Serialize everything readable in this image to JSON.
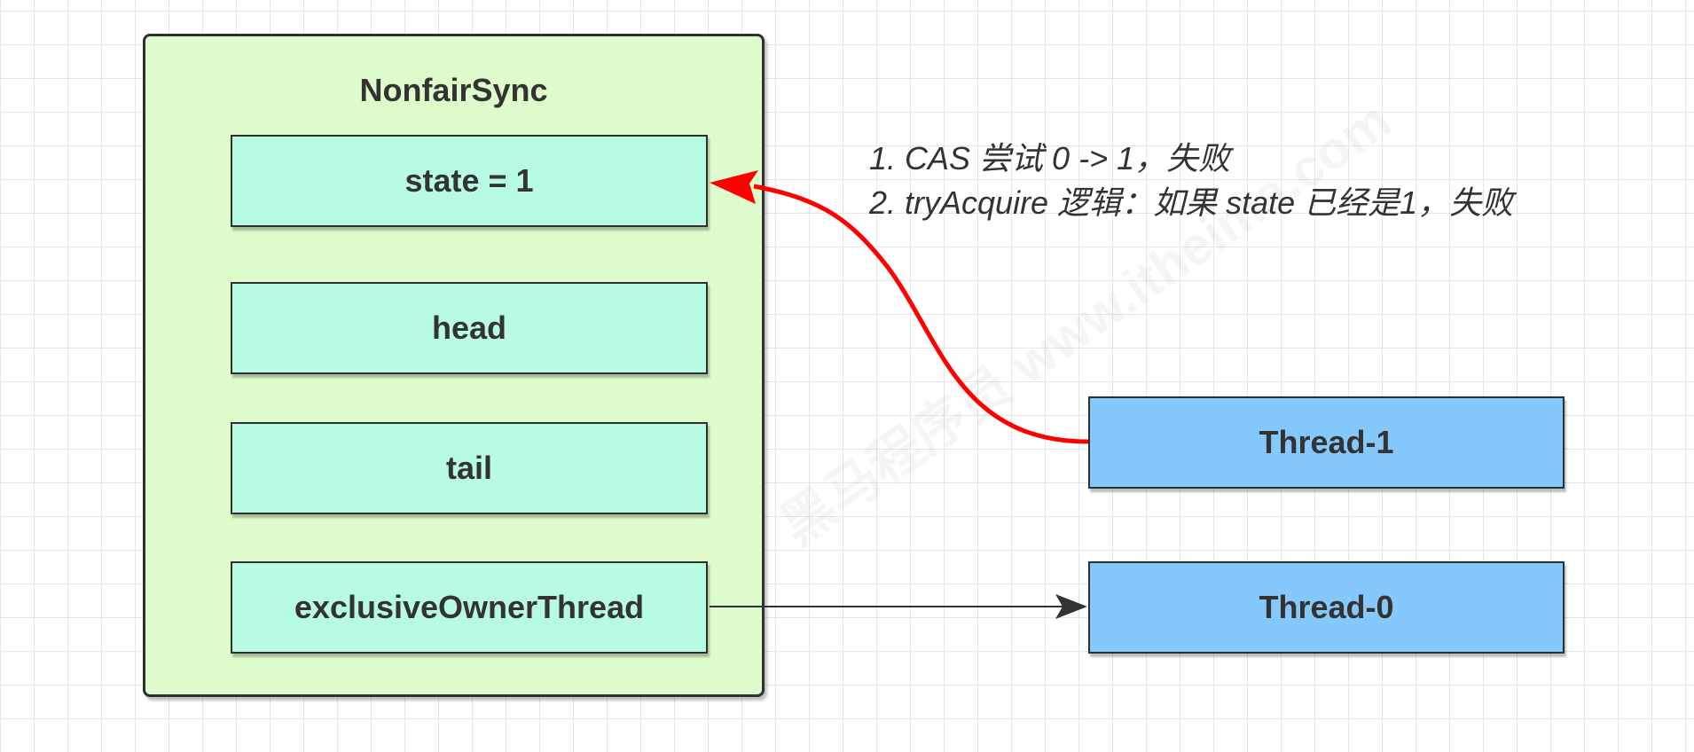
{
  "container": {
    "title": "NonfairSync"
  },
  "fields": {
    "state": "state = 1",
    "head": "head",
    "tail": "tail",
    "owner": "exclusiveOwnerThread"
  },
  "threads": {
    "t1": "Thread-1",
    "t0": "Thread-0"
  },
  "note": {
    "line1": "1. CAS 尝试 0 -> 1，失败",
    "line2": "2. tryAcquire 逻辑：如果 state 已经是1，失败"
  },
  "watermark": "黑马程序员 www.itheima.com",
  "colors": {
    "container_fill": "#ddfbcb",
    "field_fill": "#b7fbe3",
    "thread_fill": "#84c8fc",
    "red_arrow": "#ff0000",
    "black_arrow": "#333333"
  }
}
